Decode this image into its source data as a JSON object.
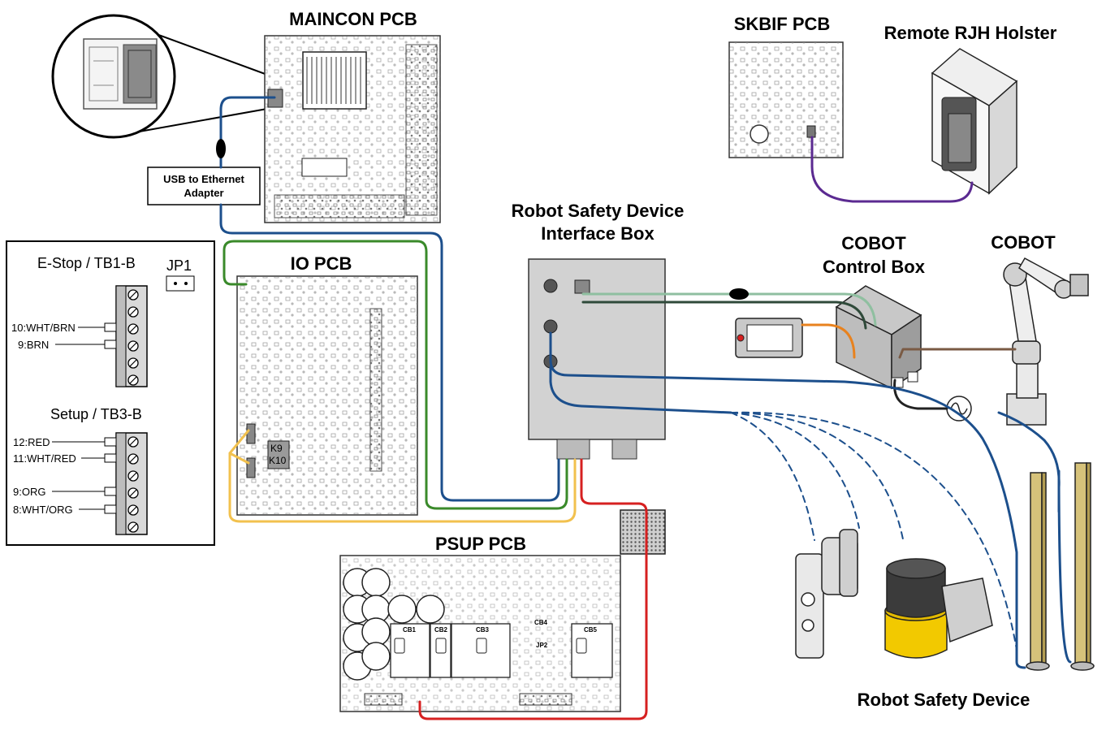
{
  "labels": {
    "maincon": "MAINCON PCB",
    "skbif": "SKBIF PCB",
    "remote_rjh": "Remote RJH Holster",
    "usb_adapter_line1": "USB to Ethernet",
    "usb_adapter_line2": "Adapter",
    "rsd_box_line1": "Robot Safety Device",
    "rsd_box_line2": "Interface Box",
    "cobot_box_line1": "COBOT",
    "cobot_box_line2": "Control Box",
    "cobot": "COBOT",
    "io_pcb": "IO PCB",
    "psup_pcb": "PSUP PCB",
    "robot_safety_device": "Robot Safety Device"
  },
  "terminal_panel": {
    "estop_title": "E-Stop / TB1-B",
    "jp1": "JP1",
    "estop_wires": [
      "10:WHT/BRN",
      "9:BRN"
    ],
    "setup_title": "Setup / TB3-B",
    "setup_wires": [
      "12:RED",
      "11:WHT/RED",
      "9:ORG",
      "8:WHT/ORG"
    ]
  },
  "io_relays": [
    "K9",
    "K10"
  ],
  "psup_breakers": [
    "CB1",
    "CB2",
    "CB3",
    "CB4",
    "CB5"
  ],
  "psup_jumper": "JP2",
  "colors": {
    "ethernet_cable": "#1c4f8c",
    "green_cable": "#3a8a2a",
    "yellow_cable": "#f2c14e",
    "red_cable": "#d62020",
    "purple_cable": "#5b2a91",
    "light_green_cable": "#8fbfa0",
    "dark_green_cable": "#2f4a3a",
    "orange_cable": "#e8821e",
    "brown_cable": "#7a5a44",
    "black_cable": "#222222"
  }
}
